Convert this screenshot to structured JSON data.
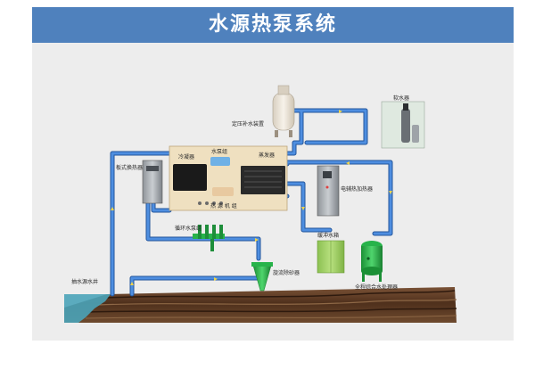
{
  "title": "水源热泵系统",
  "labels": {
    "pressure_tank": "定压补水装置",
    "softener": "软水器",
    "heat_exchanger_left": "板式换热器",
    "water_pump": "水泵组",
    "condenser": "冷凝器",
    "evaporator": "蒸发器",
    "unit": "热 源 机 组",
    "electric_heater": "电辅热加热器",
    "water_tank": "缓冲水箱",
    "backflow_pump": "循环水泵组",
    "cyclone": "旋流除砂器",
    "filter_tank": "全程综合水处理器",
    "well": "抽水源水井"
  },
  "colors": {
    "pipe_blue": "#3b77c9",
    "pipe_outline": "#23559c",
    "ground_brown": "#5b3a24",
    "water_teal": "#4aa3b8",
    "unit_box": "#efe0c0",
    "green": "#27b34a"
  }
}
